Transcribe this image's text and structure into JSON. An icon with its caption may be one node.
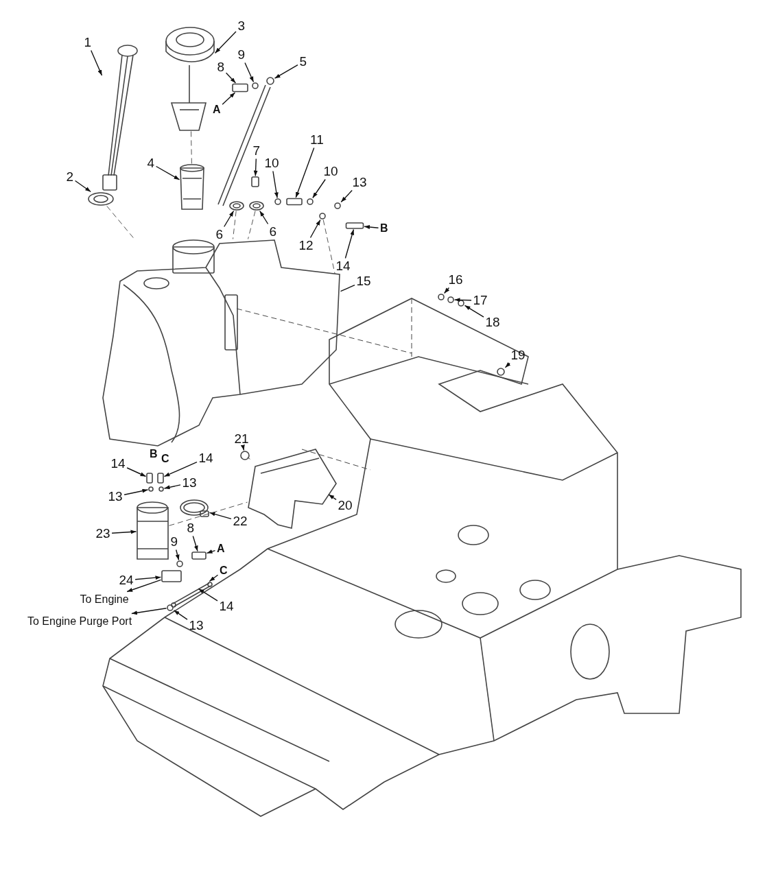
{
  "diagram": {
    "nodes": [
      {
        "text": [
          "3"
        ]
      },
      {
        "text": [
          "1"
        ]
      },
      {
        "text": [
          "9"
        ]
      },
      {
        "text": [
          "5"
        ]
      },
      {
        "text": [
          "8"
        ]
      },
      {
        "text": [
          "A"
        ]
      },
      {
        "text": [
          "11"
        ]
      },
      {
        "text": [
          "7"
        ]
      },
      {
        "text": [
          "4"
        ]
      },
      {
        "text": [
          "10"
        ]
      },
      {
        "text": [
          "10"
        ]
      },
      {
        "text": [
          "2"
        ]
      },
      {
        "text": [
          "13"
        ]
      },
      {
        "text": [
          "6"
        ]
      },
      {
        "text": [
          "6"
        ]
      },
      {
        "text": [
          "B"
        ]
      },
      {
        "text": [
          "12"
        ]
      },
      {
        "text": [
          "14"
        ]
      },
      {
        "text": [
          "15"
        ]
      },
      {
        "text": [
          "16"
        ]
      },
      {
        "text": [
          "17"
        ]
      },
      {
        "text": [
          "18"
        ]
      },
      {
        "text": [
          "19"
        ]
      },
      {
        "text": [
          "21"
        ]
      },
      {
        "text": [
          "14"
        ]
      },
      {
        "text": [
          "14"
        ]
      },
      {
        "text": [
          "13"
        ]
      },
      {
        "text": [
          "13"
        ]
      },
      {
        "text": [
          "22"
        ]
      },
      {
        "text": [
          "20"
        ]
      },
      {
        "text": [
          "23"
        ]
      },
      {
        "text": [
          "8"
        ]
      },
      {
        "text": [
          "A"
        ]
      },
      {
        "text": [
          "9"
        ]
      },
      {
        "text": [
          "24"
        ]
      },
      {
        "text": [
          "C"
        ]
      },
      {
        "text": [
          "To Engine"
        ]
      },
      {
        "text": [
          "14"
        ]
      },
      {
        "text": [
          "To Engine Purge Port"
        ]
      },
      {
        "text": [
          "13"
        ]
      },
      {
        "text": [],
        "shape": "picture"
      },
      {
        "text": [],
        "shape": "picture"
      },
      {
        "text": [],
        "shape": "circle"
      },
      {
        "text": [],
        "shape": "circle"
      },
      {
        "text": [],
        "shape": "box"
      },
      {
        "text": [],
        "shape": "box"
      },
      {
        "text": [],
        "shape": "box"
      },
      {
        "text": [],
        "shape": "picture"
      },
      {
        "text": [],
        "shape": "circle"
      },
      {
        "text": [],
        "shape": "circle"
      },
      {
        "text": [],
        "shape": "picture"
      },
      {
        "text": [],
        "shape": "circle"
      },
      {
        "text": [],
        "shape": "picture"
      },
      {
        "text": [],
        "shape": "picture"
      },
      {
        "text": [],
        "shape": "box"
      },
      {
        "text": [],
        "shape": "circle"
      },
      {
        "text": [],
        "shape": "picture"
      },
      {
        "text": [],
        "shape": "circle"
      },
      {
        "text": [],
        "shape": "circle"
      },
      {
        "text": [],
        "shape": "circle"
      },
      {
        "text": [],
        "shape": "circle"
      },
      {
        "text": [],
        "shape": "circle"
      },
      {
        "text": [],
        "shape": "box"
      },
      {
        "text": [],
        "shape": "box"
      },
      {
        "text": [],
        "shape": "circle"
      },
      {
        "text": [],
        "shape": "circle"
      },
      {
        "text": [],
        "shape": "picture"
      },
      {
        "text": [],
        "shape": "picture"
      },
      {
        "text": [],
        "shape": "picture"
      },
      {
        "text": [],
        "shape": "box"
      },
      {
        "text": [],
        "shape": "circle"
      },
      {
        "text": [],
        "shape": "box"
      },
      {
        "text": [],
        "shape": "picture"
      },
      {
        "text": [],
        "shape": "circle"
      }
    ],
    "edges": [
      {
        "from": 0,
        "to": 40,
        "arrow": "to"
      },
      {
        "from": 1,
        "to": 41,
        "arrow": "to"
      },
      {
        "from": 2,
        "to": 42,
        "arrow": "to"
      },
      {
        "from": 3,
        "to": 43,
        "arrow": "to"
      },
      {
        "from": 4,
        "to": 44,
        "arrow": "to"
      },
      {
        "from": 5,
        "to": 44,
        "arrow": "to"
      },
      {
        "from": 6,
        "to": 45,
        "arrow": "to"
      },
      {
        "from": 7,
        "to": 46,
        "arrow": "to"
      },
      {
        "from": 8,
        "to": 47,
        "arrow": "to"
      },
      {
        "from": 9,
        "to": 48,
        "arrow": "to"
      },
      {
        "from": 10,
        "to": 49,
        "arrow": "to"
      },
      {
        "from": 11,
        "to": 50,
        "arrow": "to"
      },
      {
        "from": 12,
        "to": 51,
        "arrow": "to"
      },
      {
        "from": 13,
        "to": 52,
        "arrow": "to"
      },
      {
        "from": 14,
        "to": 53,
        "arrow": "to"
      },
      {
        "from": 15,
        "to": 54,
        "arrow": "to"
      },
      {
        "from": 16,
        "to": 55,
        "arrow": "to"
      },
      {
        "from": 17,
        "to": 54,
        "arrow": "to"
      },
      {
        "from": 18,
        "to": 56,
        "arrow": "none"
      },
      {
        "from": 19,
        "to": 57,
        "arrow": "to"
      },
      {
        "from": 20,
        "to": 58,
        "arrow": "to"
      },
      {
        "from": 21,
        "to": 59,
        "arrow": "to"
      },
      {
        "from": 22,
        "to": 60,
        "arrow": "to"
      },
      {
        "from": 23,
        "to": 61,
        "arrow": "to"
      },
      {
        "from": 24,
        "to": 62,
        "arrow": "to"
      },
      {
        "from": 25,
        "to": 63,
        "arrow": "to"
      },
      {
        "from": 26,
        "to": 64,
        "arrow": "to"
      },
      {
        "from": 27,
        "to": 65,
        "arrow": "to"
      },
      {
        "from": 28,
        "to": 66,
        "arrow": "to"
      },
      {
        "from": 29,
        "to": 67,
        "arrow": "to"
      },
      {
        "from": 30,
        "to": 68,
        "arrow": "to"
      },
      {
        "from": 31,
        "to": 69,
        "arrow": "to"
      },
      {
        "from": 32,
        "to": 69,
        "arrow": "to"
      },
      {
        "from": 33,
        "to": 70,
        "arrow": "to"
      },
      {
        "from": 34,
        "to": 71,
        "arrow": "to"
      },
      {
        "from": 35,
        "to": 72,
        "arrow": "to"
      },
      {
        "from": 71,
        "to": 36,
        "arrow": "to"
      },
      {
        "from": 37,
        "to": 72,
        "arrow": "to"
      },
      {
        "from": 73,
        "to": 38,
        "arrow": "to"
      },
      {
        "from": 39,
        "to": 73,
        "arrow": "to"
      },
      {
        "from": 40,
        "to": 47,
        "arrow": "none",
        "style": "dashed"
      },
      {
        "from": 50,
        "to": 56,
        "arrow": "none",
        "style": "dashed"
      },
      {
        "from": 52,
        "to": 56,
        "arrow": "none",
        "style": "dashed"
      },
      {
        "from": 53,
        "to": 56,
        "arrow": "none",
        "style": "dashed"
      },
      {
        "from": 55,
        "to": 56,
        "arrow": "none",
        "style": "dashed"
      },
      {
        "from": 61,
        "to": 67,
        "arrow": "none",
        "style": "dashed"
      },
      {
        "from": 68,
        "to": 67,
        "arrow": "none",
        "style": "dashed"
      }
    ],
    "labels": [
      "B",
      "C"
    ]
  }
}
